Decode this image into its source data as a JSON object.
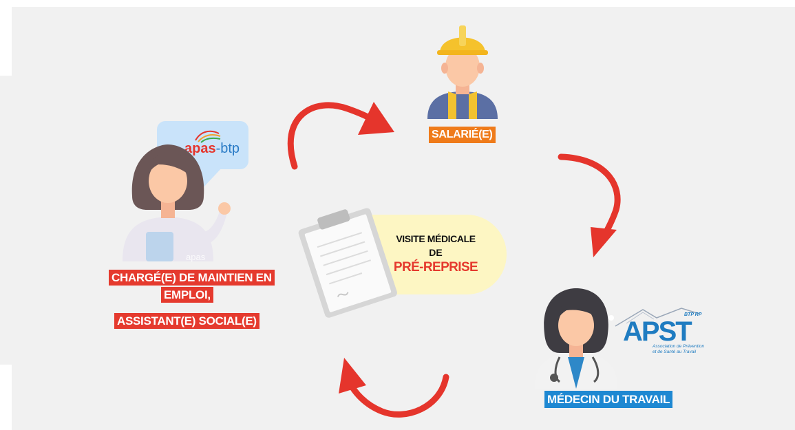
{
  "colors": {
    "background": "#f1f1f1",
    "arrow": "#e5352c",
    "salarie_label_bg": "#ef7b1a",
    "charge_label_bg": "#e53a2e",
    "medecin_label_bg": "#1e88d2",
    "center_note_bg": "#fdf6c3",
    "title_emphasis": "#e53a2e"
  },
  "center": {
    "title_line1": "VISITE MÉDICALE",
    "title_line2": "DE",
    "title_line3": "PRÉ-REPRISE"
  },
  "actors": {
    "salarie": {
      "label": "SALARIÉ(E)",
      "icon": "construction-worker-icon"
    },
    "medecin": {
      "label": "MÉDECIN DU TRAVAIL",
      "icon": "doctor-icon"
    },
    "charge": {
      "label_line1": "CHARGÉ(E) DE MAINTIEN EN",
      "label_line2": "EMPLOI,",
      "label_line3": "ASSISTANT(E) SOCIAL(E)",
      "icon": "social-worker-icon"
    }
  },
  "logos": {
    "apas": {
      "text": "apas-btp",
      "prefix": "apas",
      "suffix": "-btp",
      "watermark": "apas"
    },
    "apst": {
      "text": "APST",
      "tag": "BTP RP",
      "subtitle_line1": "Association de Prévention",
      "subtitle_line2": "et de Santé au Travail"
    }
  },
  "arrows": [
    {
      "from": "charge",
      "to": "salarie"
    },
    {
      "from": "salarie",
      "to": "medecin"
    },
    {
      "from": "medecin",
      "to": "charge"
    }
  ]
}
